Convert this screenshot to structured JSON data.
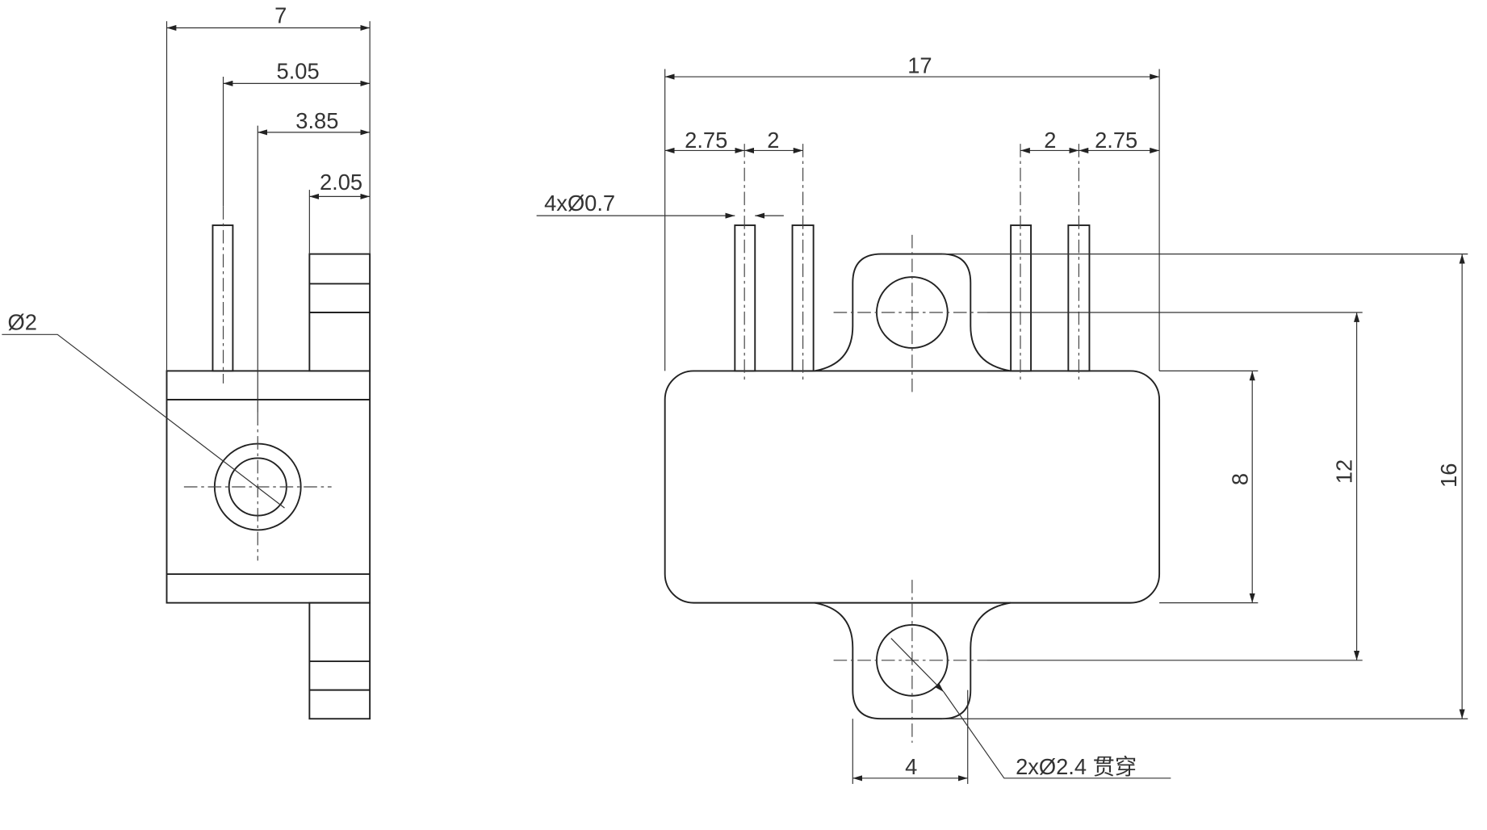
{
  "side_view": {
    "dim_width": "7",
    "dim_pin_offset": "5.05",
    "dim_hole_offset": "3.85",
    "dim_tab_width": "2.05",
    "hole_callout": "Ø2"
  },
  "front_view": {
    "dim_overall_width": "17",
    "dim_pin_edge_left": "2.75",
    "dim_pin_pitch_left": "2",
    "dim_pin_pitch_right": "2",
    "dim_pin_edge_right": "2.75",
    "pin_callout": "4xØ0.7",
    "dim_body_height": "8",
    "dim_hole_spacing": "12",
    "dim_overall_height": "16",
    "dim_lug_width": "4",
    "hole_callout": "2xØ2.4 贯穿"
  }
}
